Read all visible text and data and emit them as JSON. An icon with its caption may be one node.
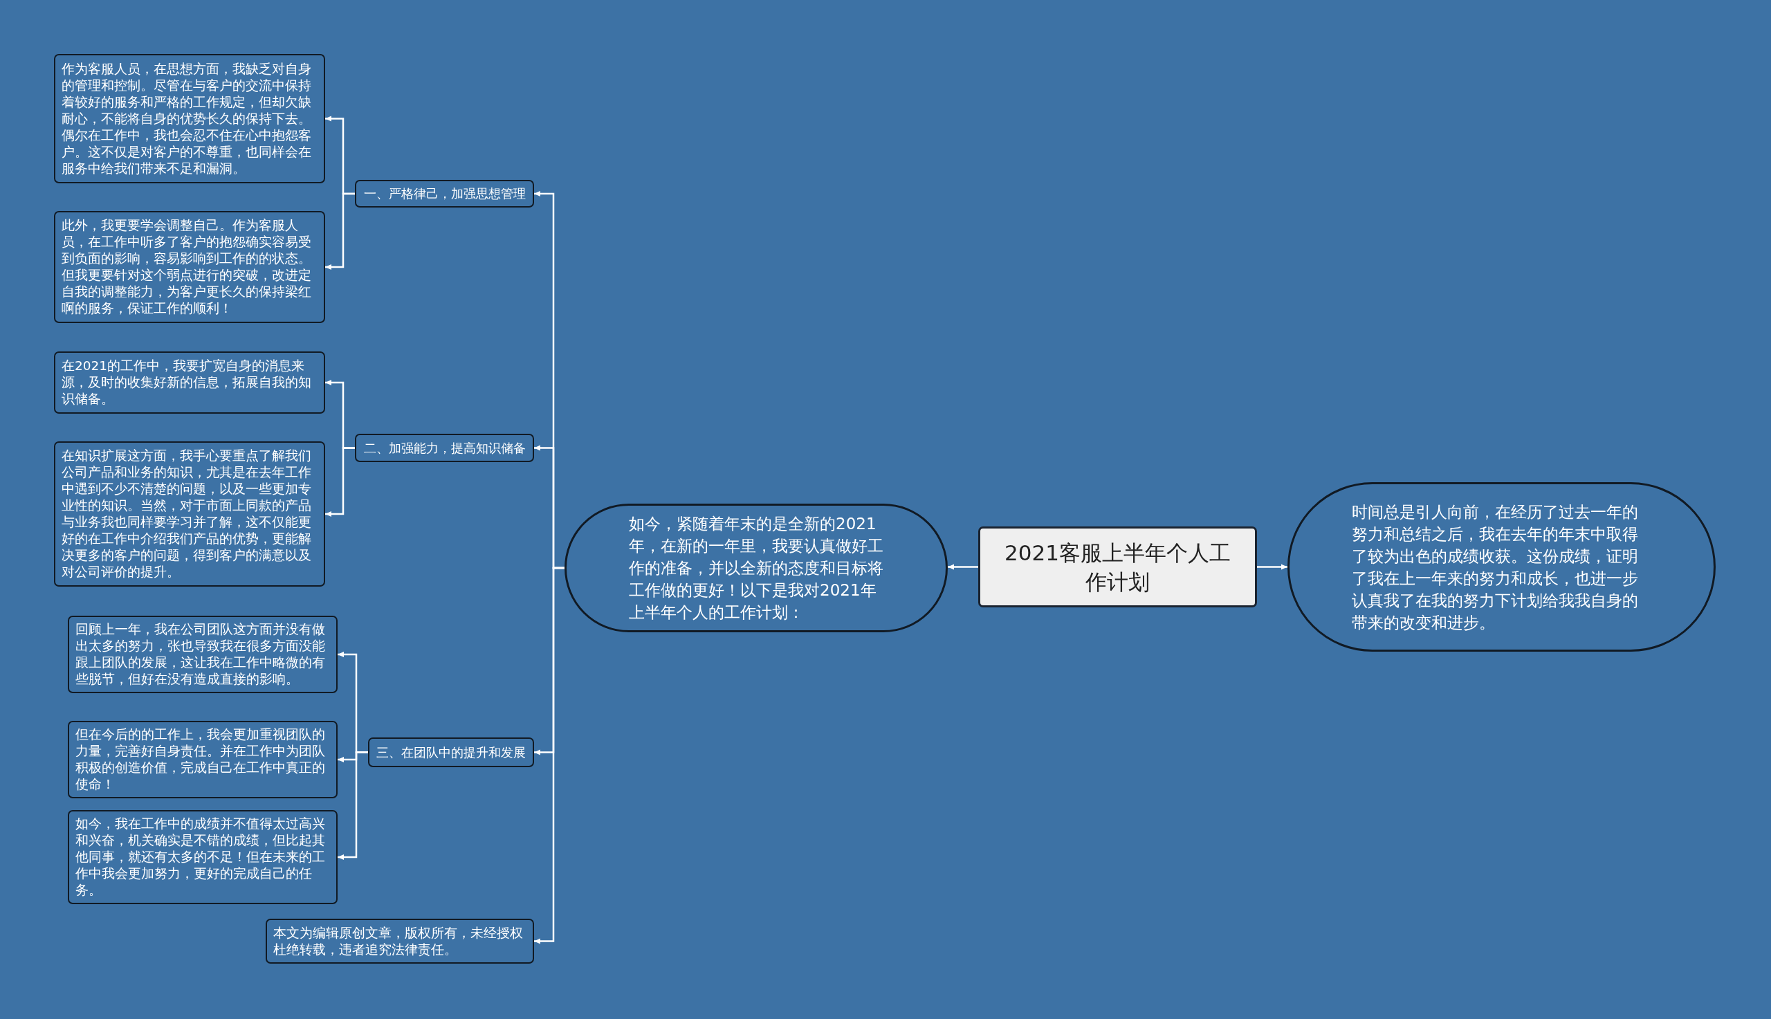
{
  "diagram": {
    "nodes": [
      {
        "text": [
          "2021客服上半年个人工作计划"
        ]
      },
      {
        "text": [
          "时间总是引人向前，在经历了过去一年的努力和总结之后，我在去年的年末中取得了较为出色的成绩收获。这份成绩，证明了我在上一年来的努力和成长，也进一步认真我了在我的努力下计划给我我自身的带来的改变和进步。"
        ]
      },
      {
        "text": [
          "如今，紧随着年末的是全新的2021年，在新的一年里，我要认真做好工作的准备，并以全新的态度和目标将工作做的更好！以下是我对2021年上半年个人的工作计划："
        ]
      },
      {
        "text": [
          "一、严格律己，加强思想管理"
        ]
      },
      {
        "text": [
          "作为客服人员，在思想方面，我缺乏对自身的管理和控制。尽管在与客户的交流中保持着较好的服务和严格的工作规定，但却欠缺耐心，不能将自身的优势长久的保持下去。偶尔在工作中，我也会忍不住在心中抱怨客户。这不仅是对客户的不尊重，也同样会在服务中给我们带来不足和漏洞。"
        ]
      },
      {
        "text": [
          "此外，我更要学会调整自己。作为客服人员，在工作中听多了客户的抱怨确实容易受到负面的影响，容易影响到工作的的状态。但我更要针对这个弱点进行的突破，改进定自我的调整能力，为客户更长久的保持梁红啊的服务，保证工作的顺利！"
        ]
      },
      {
        "text": [
          "二、加强能力，提高知识储备"
        ]
      },
      {
        "text": [
          "在2021的工作中，我要扩宽自身的消息来源，及时的收集好新的信息，拓展自我的知识储备。"
        ]
      },
      {
        "text": [
          "在知识扩展这方面，我手心要重点了解我们公司产品和业务的知识，尤其是在去年工作中遇到不少不清楚的问题，以及一些更加专业性的知识。当然，对于市面上同款的产品与业务我也同样要学习并了解，这不仅能更好的在工作中介绍我们产品的优势，更能解决更多的客户的问题，得到客户的满意以及对公司评价的提升。"
        ]
      },
      {
        "text": [
          "三、在团队中的提升和发展"
        ]
      },
      {
        "text": [
          "回顾上一年，我在公司团队这方面并没有做出太多的努力，张也导致我在很多方面没能跟上团队的发展，这让我在工作中略微的有些脱节，但好在没有造成直接的影响。"
        ]
      },
      {
        "text": [
          "但在今后的的工作上，我会更加重视团队的力量，完善好自身责任。并在工作中为团队积极的创造价值，完成自己在工作中真正的使命！"
        ]
      },
      {
        "text": [
          "如今，我在工作中的成绩并不值得太过高兴和兴奋，机关确实是不错的成绩，但比起其他同事，就还有太多的不足！但在未来的工作中我会更加努力，更好的完成自己的任务。"
        ]
      },
      {
        "text": [
          "本文为编辑原创文章，版权所有，未经授权杜绝转载，违者追究法律责任。"
        ]
      }
    ],
    "edges": [
      {
        "from": 0,
        "to": 2,
        "arrow": "to"
      },
      {
        "from": 0,
        "to": 1,
        "arrow": "to"
      },
      {
        "from": 2,
        "to": 3,
        "arrow": "to"
      },
      {
        "from": 3,
        "to": 4,
        "arrow": "to"
      },
      {
        "from": 3,
        "to": 5,
        "arrow": "to"
      },
      {
        "from": 2,
        "to": 6,
        "arrow": "to"
      },
      {
        "from": 6,
        "to": 7,
        "arrow": "to"
      },
      {
        "from": 6,
        "to": 8,
        "arrow": "to"
      },
      {
        "from": 2,
        "to": 9,
        "arrow": "to"
      },
      {
        "from": 9,
        "to": 10,
        "arrow": "to"
      },
      {
        "from": 9,
        "to": 11,
        "arrow": "to"
      },
      {
        "from": 9,
        "to": 12,
        "arrow": "to"
      },
      {
        "from": 2,
        "to": 13,
        "arrow": "to"
      }
    ]
  }
}
